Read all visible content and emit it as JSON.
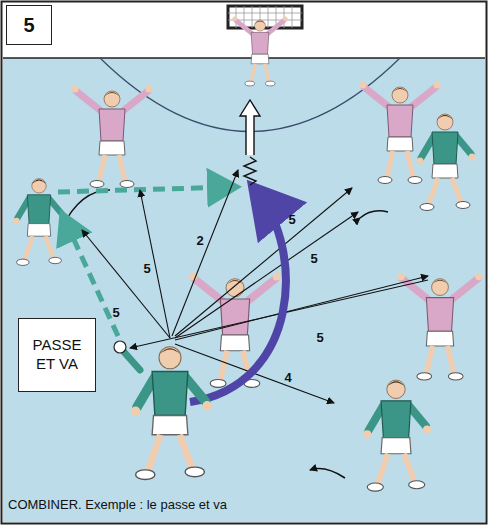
{
  "diagram": {
    "caption": "COMBINER. Exemple : le passe et va",
    "nodes": [
      {
        "text": [
          "5"
        ]
      },
      {
        "text": [
          "PASSE ET VA"
        ]
      }
    ],
    "labels": [
      "5",
      "2",
      "5",
      "5",
      "5",
      "5",
      "4"
    ]
  }
}
